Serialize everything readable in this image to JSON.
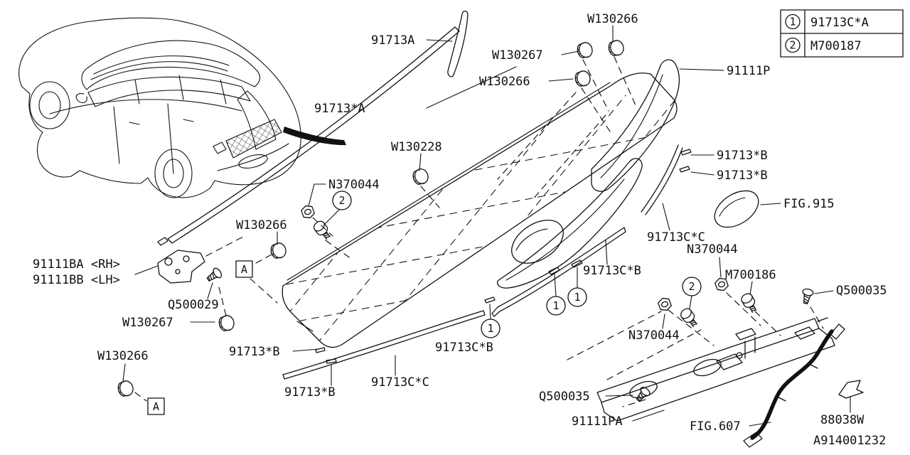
{
  "legend": {
    "rows": [
      {
        "num": "1",
        "part": "91713C*A"
      },
      {
        "num": "2",
        "part": "M700187"
      }
    ]
  },
  "callouts": {
    "one": "1",
    "two": "2"
  },
  "markers": {
    "box": "A"
  },
  "labels": {
    "p91713a": {
      "text": "91713A"
    },
    "w130267_top": {
      "text": "W130267"
    },
    "w130266_top": {
      "text": "W130266"
    },
    "w130266_mid": {
      "text": "W130266"
    },
    "p91111p": {
      "text": "91111P"
    },
    "p91713sa": {
      "text": "91713*A"
    },
    "w130228": {
      "text": "W130228"
    },
    "p91713sb_r1": {
      "text": "91713*B"
    },
    "p91713sb_r2": {
      "text": "91713*B"
    },
    "fig915": {
      "text": "FIG.915"
    },
    "p91713cc_r": {
      "text": "91713C*C"
    },
    "n370044_c": {
      "text": "N370044"
    },
    "w130266_c": {
      "text": "W130266"
    },
    "p91111ba": {
      "text": "91111BA <RH>"
    },
    "p91111bb": {
      "text": "91111BB <LH>"
    },
    "q500029": {
      "text": "Q500029"
    },
    "w130267_b": {
      "text": "W130267"
    },
    "w130266_b": {
      "text": "W130266"
    },
    "p91713sb_l": {
      "text": "91713*B"
    },
    "p91713sb_b": {
      "text": "91713*B"
    },
    "p91713cc_b": {
      "text": "91713C*C"
    },
    "p91713cb_b": {
      "text": "91713C*B"
    },
    "p91713cb_r": {
      "text": "91713C*B"
    },
    "n370044_r": {
      "text": "N370044"
    },
    "m700186": {
      "text": "M700186"
    },
    "q500035_r": {
      "text": "Q500035"
    },
    "n370044_b": {
      "text": "N370044"
    },
    "q500035_b": {
      "text": "Q500035"
    },
    "p91111pa": {
      "text": "91111PA"
    },
    "fig607": {
      "text": "FIG.607"
    },
    "p88038w": {
      "text": "88038W"
    },
    "code": {
      "text": "A914001232"
    }
  },
  "colors": {
    "line": "#111111",
    "background": "#ffffff"
  }
}
